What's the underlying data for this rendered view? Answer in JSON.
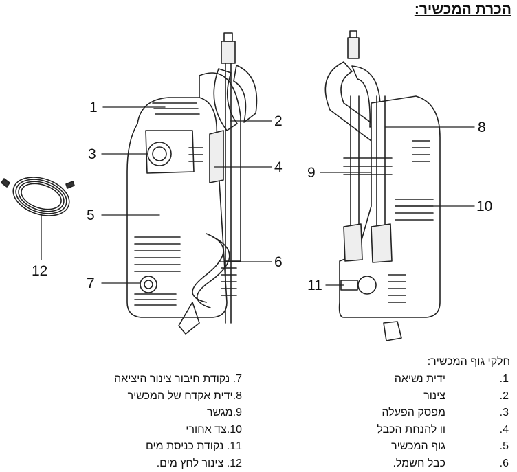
{
  "page": {
    "title": "הכרת המכשיר:"
  },
  "callouts": [
    "1",
    "2",
    "3",
    "4",
    "5",
    "6",
    "7",
    "8",
    "9",
    "10",
    "11",
    "12"
  ],
  "parts": {
    "heading": "חלקי גוף המכשיר:",
    "right_column": [
      {
        "num": "1.",
        "label": "ידית נשיאה"
      },
      {
        "num": "2.",
        "label": "צינור"
      },
      {
        "num": "3.",
        "label": "מפסק הפעלה"
      },
      {
        "num": "4.",
        "label": "וו להנחת הכבל"
      },
      {
        "num": "5.",
        "label": "גוף המכשיר"
      },
      {
        "num": "6.",
        "label": "כבל חשמל."
      }
    ],
    "left_column": [
      {
        "text": "7. נקודת חיבור צינור היציאה"
      },
      {
        "text": "8.ידית אקדח של המכשיר"
      },
      {
        "text": "9.מגשר"
      },
      {
        "text": "10.צד אחורי"
      },
      {
        "text": "11. נקודת כניסת מים"
      },
      {
        "text": "12. צינור לחץ מים."
      }
    ]
  }
}
